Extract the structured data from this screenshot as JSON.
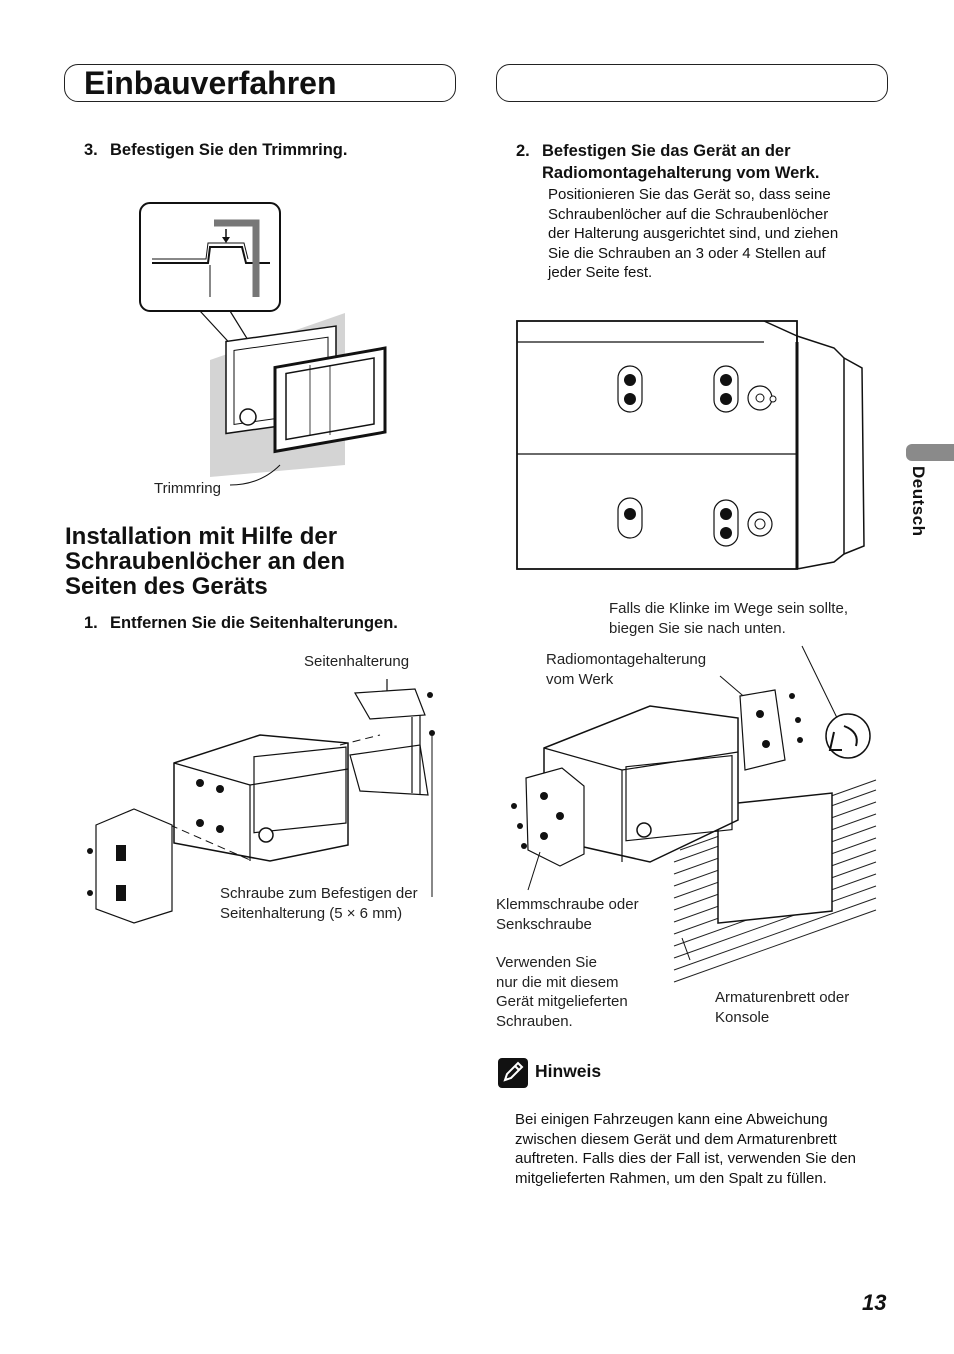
{
  "header": {
    "title": "Einbauverfahren",
    "right_box_text": ""
  },
  "left": {
    "step3": {
      "num": "3.",
      "text": "Befestigen Sie den Trimmring."
    },
    "fig1": {
      "label_trimring": "Trimmring"
    },
    "section_heading": {
      "line1": "Installation mit Hilfe der",
      "line2": "Schraubenlöcher an den",
      "line3": "Seiten des Geräts"
    },
    "step1": {
      "num": "1.",
      "text": "Entfernen Sie die Seitenhalterungen."
    },
    "fig2": {
      "label_bracket": "Seitenhalterung",
      "label_screw_line1": "Schraube zum Befestigen der",
      "label_screw_line2": "Seitenhalterung (5 × 6 mm)"
    }
  },
  "right": {
    "step2": {
      "num": "2.",
      "line1": "Befestigen Sie das Gerät an der",
      "line2": "Radiomontagehalterung vom Werk."
    },
    "step2_body": [
      "Positionieren Sie das Gerät so, dass seine",
      "Schraubenlöcher auf die Schraubenlöcher",
      "der Halterung ausgerichtet sind, und ziehen",
      "Sie die Schrauben an 3 oder 4 Stellen auf",
      "jeder Seite fest."
    ],
    "fig4": {
      "label_latch_line1": "Falls die Klinke im Wege sein sollte,",
      "label_latch_line2": "biegen Sie sie nach unten.",
      "label_factory_line1": "Radiomontagehalterung",
      "label_factory_line2": "vom Werk",
      "label_screw_line1": "Klemmschraube oder",
      "label_screw_line2": "Senkschraube",
      "label_use_line1": "Verwenden Sie",
      "label_use_line2": "nur die mit diesem",
      "label_use_line3": "Gerät mitgelieferten",
      "label_use_line4": "Schrauben.",
      "label_dash_line1": "Armaturenbrett oder",
      "label_dash_line2": "Konsole"
    },
    "note": {
      "title": "Hinweis",
      "lines": [
        "Bei einigen Fahrzeugen kann eine Abweichung",
        "zwischen diesem Gerät und dem Armaturenbrett",
        "auftreten. Falls dies der Fall ist, verwenden Sie den",
        "mitgelieferten Rahmen, um den Spalt zu füllen."
      ]
    }
  },
  "side_tab": {
    "label": "Deutsch"
  },
  "page_number": "13"
}
